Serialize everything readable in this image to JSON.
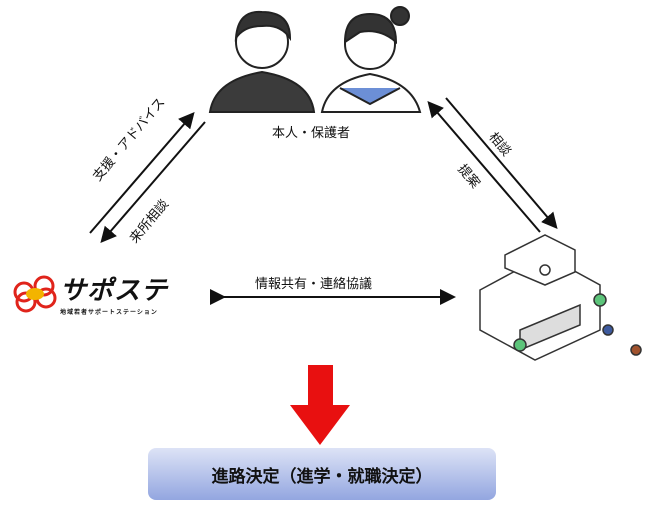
{
  "people_label": "本人・保護者",
  "left_arrow_labels": {
    "support": "支援・アドバイス",
    "visit": "来所相談"
  },
  "right_arrow_labels": {
    "consult": "相談",
    "propose": "提案"
  },
  "middle_label": "情報共有・連絡協議",
  "logo": {
    "name": "サポステ",
    "subtitle": "地域若者サポートステーション"
  },
  "result": "進路決定（進学・就職決定）",
  "colors": {
    "arrow_red": "#e81010",
    "logo_red": "#e0241b",
    "logo_yellow": "#f3b400"
  }
}
